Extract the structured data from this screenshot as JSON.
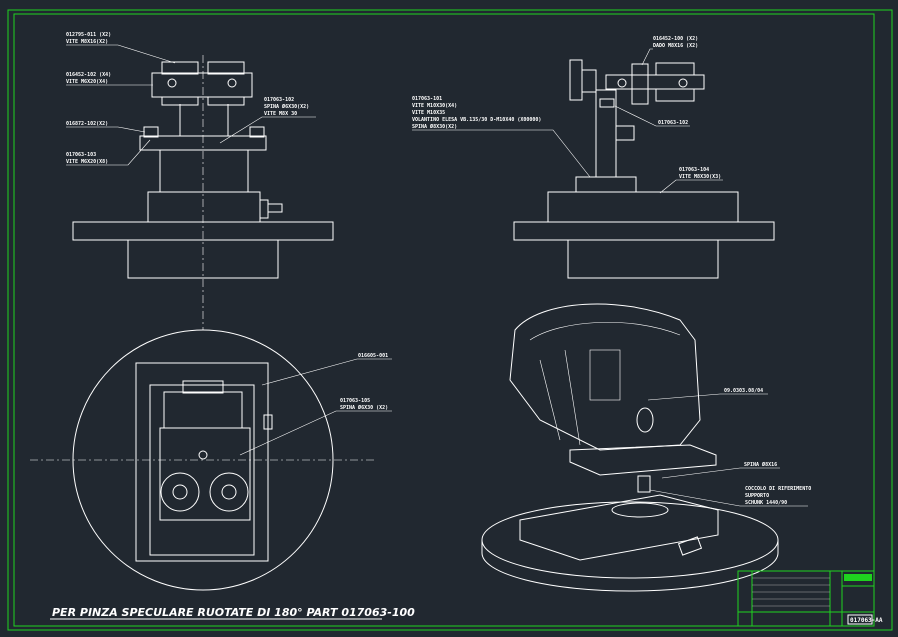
{
  "drawing": {
    "title": "PER PINZA SPECULARE RUOTATE DI 180° PART 017063-100",
    "drawing_number": "017063-AA",
    "labels_front": [
      {
        "l1": "012795-011 (X2)",
        "l2": "VITE M8X16(X2)"
      },
      {
        "l1": "016452-102 (X4)",
        "l2": "VITE M6X20(X4)"
      },
      {
        "l1": "016872-102(X2)",
        "l2": ""
      },
      {
        "l1": "017063-103",
        "l2": "VITE M6X20(X8)"
      },
      {
        "l1": "017063-102",
        "l2": "SPINA Ø6X30(X2)",
        "l3": "VITE M8X 30"
      }
    ],
    "labels_side": [
      {
        "l1": "016452-100 (X2)",
        "l2": "DADO M8X16 (X2)"
      },
      {
        "l1": "017063-101",
        "l2": "VITE M10X30(X4)",
        "l3": "VITE M10X35",
        "l4": "VOLANTINO ELESA VB.135/30 D-M10X40 (X00000)",
        "l5": "SPINA Ø8X30(X2)"
      },
      {
        "l1": "017063-102"
      },
      {
        "l1": "017063-104",
        "l2": "VITE M8X30(X3)"
      }
    ],
    "labels_top": [
      {
        "l1": "016605-001"
      },
      {
        "l1": "017063-105",
        "l2": "SPINA Ø6X30 (X2)"
      }
    ],
    "labels_iso": [
      {
        "l1": "09.0303.08/04"
      },
      {
        "l1": "SPINA Ø8X16"
      },
      {
        "l1": "COCCOLO DI RIFERIMENTO",
        "l2": "SUPPORTO",
        "l3": "SCHUNK 1440/90"
      }
    ]
  },
  "colors": {
    "background": "#212830",
    "frame": "#1fd31f",
    "lines": "#ffffff"
  }
}
